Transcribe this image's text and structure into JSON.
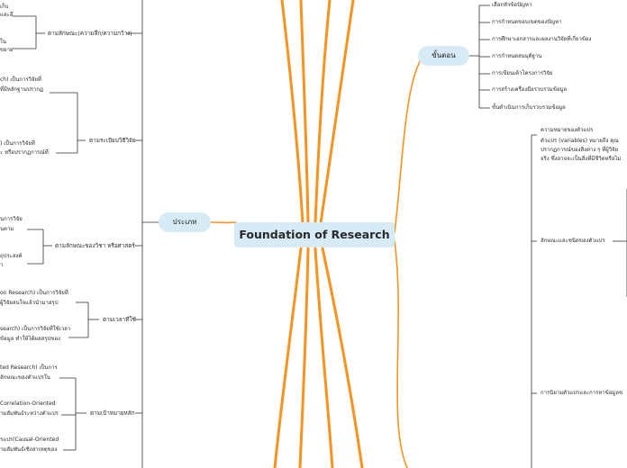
{
  "colors": {
    "branch": "#f7931e",
    "bubble": "#d6ebf6",
    "line": "#333333"
  },
  "central": {
    "title": "Foundation of Research"
  },
  "steps": {
    "label": "ขั้นตอน",
    "items": [
      "เลือกหัวข้อปัญหา",
      "การกำหนดขอบเขตของปัญหา",
      "การศึกษาเอกสารและผลงานวิจัยที่เกี่ยวข้อง",
      "การกำหนดสมมุติฐาน",
      "การเขียนเค้าโครงการวิจัย",
      "การสร้างเครื่องมือรวบรวมข้อมูล",
      "ขั้นดำเนินการเก็บรวบรวมข้อมูล"
    ]
  },
  "variables": {
    "meaning": {
      "title": "ความหมายของตัวแปร",
      "lines": [
        "ตัวแปร (variables) หมายถึง คุณ",
        "ปรากฏการณ์ของสิ่งต่าง ๆ ที่ผู้วิจัย",
        "จริง ซึ่งอาจจะเป็นสิ่งที่มีชีวิตหรือไม่"
      ]
    },
    "types_label": "ลักษณะและชนิดของตัวแปร",
    "define_label": "การนิยามตัวแปรและการหาข้อมูลข"
  },
  "types": {
    "label": "ประเภท",
    "categories": [
      {
        "label": "ตามลักษณะ(ความลึก/ความกว้าง)",
        "children": [
          {
            "lines": [
              "เก็บ",
              "และลึ"
            ]
          },
          {
            "lines": [
              "ใน",
              "ขยาย"
            ]
          }
        ]
      },
      {
        "label": "ตามระเบียบวิธีวิจัย",
        "children": [
          {
            "lines": [
              "ch) เป็นการวิจัยที่",
              "ที่มีหลักฐานปรากฏ"
            ]
          },
          {
            "lines": [
              ") เป็นการวิจัยที่",
              "ะ หรือปรากฏการณ์ที่"
            ]
          }
        ]
      },
      {
        "label": "ตามลักษณะของวิชา หรือศาสตร์",
        "children": [
          {
            "lines": [
              "นการวิจัย",
              "นตาม"
            ]
          },
          {
            "lines": [
              "ถุประสงค์",
              "ำ"
            ]
          }
        ]
      },
      {
        "label": "ตามเวลาที่ใช้",
        "children": [
          {
            "lines": [
              "on Research) เป็นการวิจัยที่",
              "ผู้วิจัยสนใจแล้วนำมาสรุป"
            ]
          },
          {
            "lines": [
              "search) เป็นการวิจัยที่ใช้เวลา",
              "ข้อมูล ทำให้ได้ผลสรุปของ"
            ]
          }
        ]
      },
      {
        "label": "ตามเป้าหมายหลัก",
        "children": [
          {
            "lines": [
              "ted Research) เป็นการ",
              "ลักษณะของตัวแปรใน"
            ]
          },
          {
            "lines": [
              "Correlation-Oriented",
              "ามสัมพันธ์ระหว่างตัวแปร"
            ]
          },
          {
            "lines": [
              "รแปร(Causal-Oriented",
              "ามสัมพันธ์เชิงสาเหตุของ"
            ]
          }
        ]
      }
    ]
  }
}
